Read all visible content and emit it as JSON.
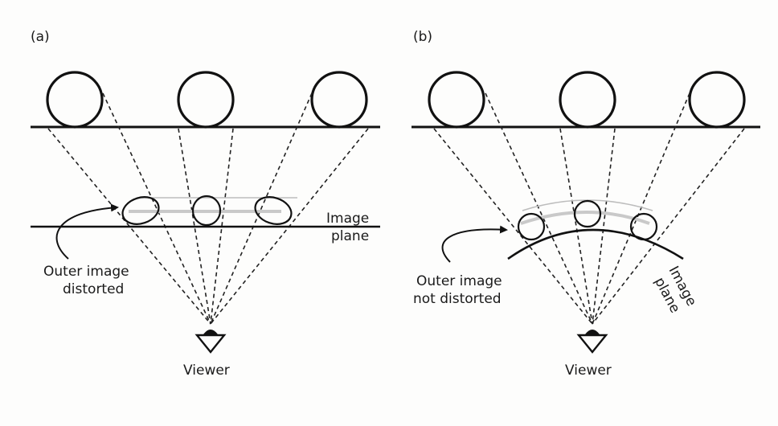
{
  "panel_a": {
    "tag": "(a)",
    "plane_label_1": "Image",
    "plane_label_2": "plane",
    "note_1": "Outer image",
    "note_2": "distorted",
    "viewer": "Viewer"
  },
  "panel_b": {
    "tag": "(b)",
    "plane_label_1": "Image",
    "plane_label_2": "plane",
    "note_1": "Outer image",
    "note_2": "not distorted",
    "viewer": "Viewer"
  }
}
